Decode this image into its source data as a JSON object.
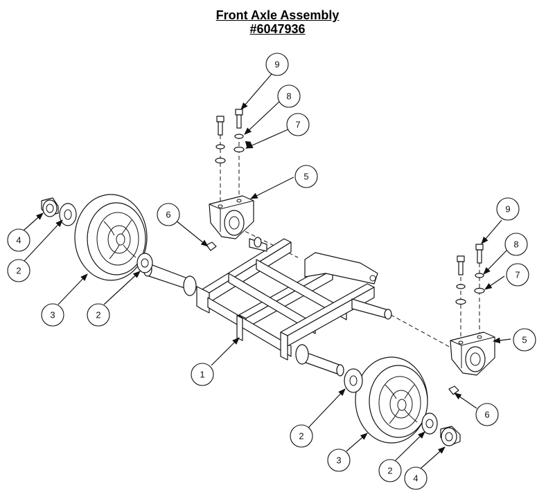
{
  "title": "Front Axle Assembly",
  "part_number": "#6047936",
  "callouts": [
    {
      "num": "9"
    },
    {
      "num": "8"
    },
    {
      "num": "7"
    },
    {
      "num": "5"
    },
    {
      "num": "6"
    },
    {
      "num": "4"
    },
    {
      "num": "2"
    },
    {
      "num": "3"
    },
    {
      "num": "2"
    },
    {
      "num": "1"
    },
    {
      "num": "9"
    },
    {
      "num": "8"
    },
    {
      "num": "7"
    },
    {
      "num": "5"
    },
    {
      "num": "6"
    },
    {
      "num": "2"
    },
    {
      "num": "3"
    },
    {
      "num": "2"
    },
    {
      "num": "4"
    }
  ]
}
